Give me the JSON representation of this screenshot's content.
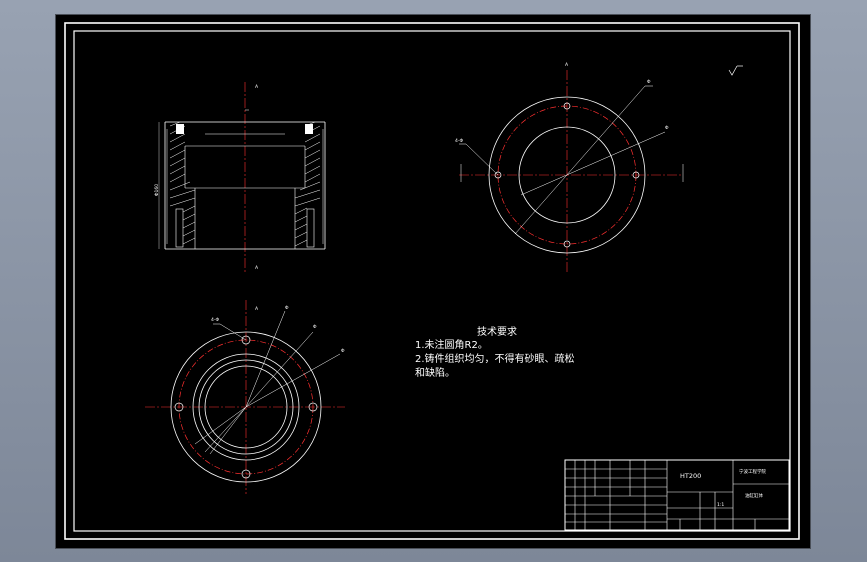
{
  "technical_requirements": {
    "title": "技术要求",
    "line1": "1.未注圆角R2。",
    "line2": "2.铸件组织均匀，不得有砂眼、疏松",
    "line3": "和缺陷。"
  },
  "title_block": {
    "material": "HT200",
    "school": "宁波工程学院",
    "part_name": "油缸缸体",
    "scale": "1:1"
  },
  "colors": {
    "background": "#000000",
    "line": "#ffffff",
    "center_line": "#ff2020",
    "section_hatch": "#ffffff"
  }
}
